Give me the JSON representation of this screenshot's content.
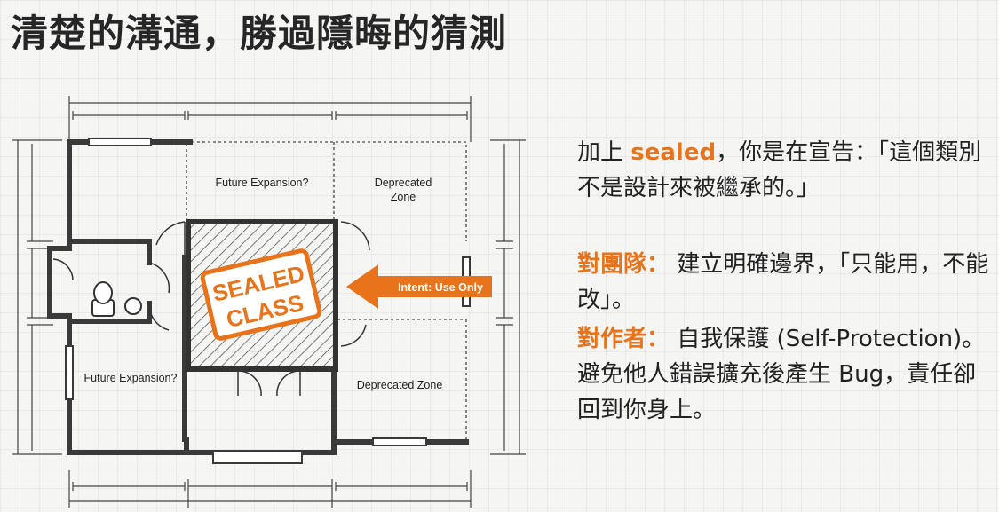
{
  "title": "清楚的溝通，勝過隱晦的猜測",
  "plan": {
    "room_future_top": "Future Expansion?",
    "room_deprecated_top_1": "Deprecated",
    "room_deprecated_top_2": "Zone",
    "room_future_left": "Future Expansion?",
    "room_deprecated_bottom": "Deprecated Zone",
    "stamp_line1": "SEALED",
    "stamp_line2": "CLASS",
    "arrow_label": "Intent: Use Only"
  },
  "text": {
    "p1_prefix": "加上 ",
    "p1_keyword": "sealed",
    "p1_rest": "，你是在宣告：「這個類別不是設計來被繼承的。」",
    "p2_label": "對團隊：",
    "p2_rest": " 建立明確邊界，「只能用，不能改」。",
    "p3_label": "對作者：",
    "p3_rest": " 自我保護 (Self-Protection)。避免他人錯誤擴充後產生 Bug，責任卻回到你身上。"
  },
  "colors": {
    "accent": "#e8731a",
    "wall": "#3a3a3a"
  }
}
